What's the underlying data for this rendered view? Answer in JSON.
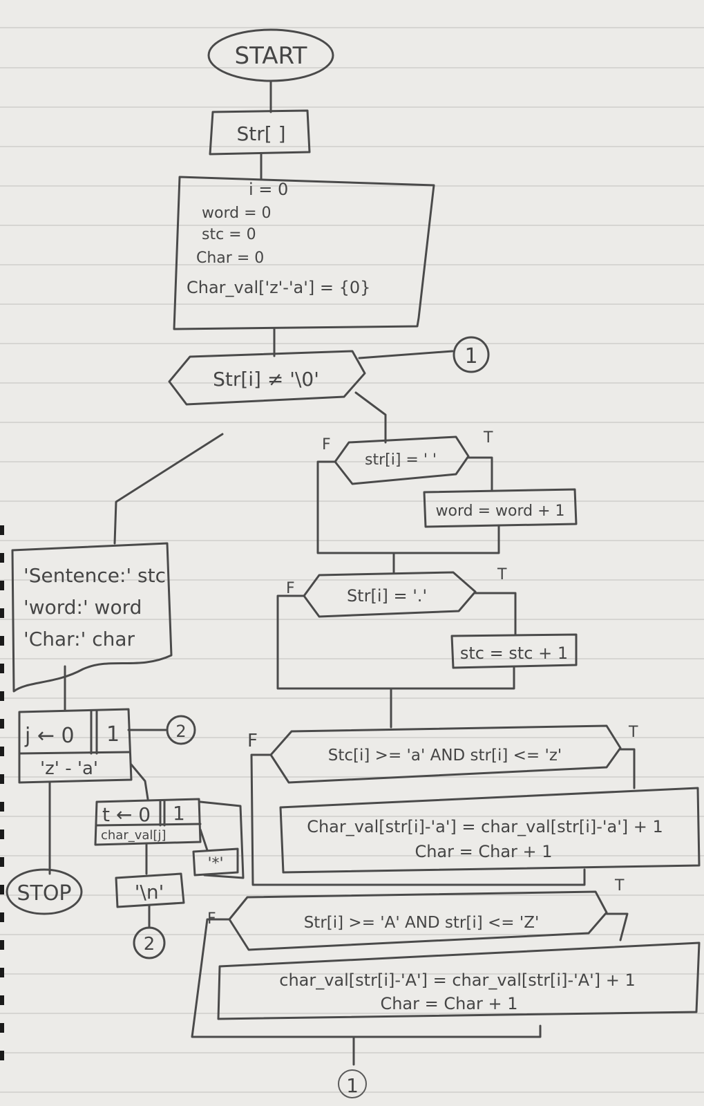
{
  "start": "START",
  "input": "Str[ ]",
  "init": [
    "i = 0",
    "word = 0",
    "stc = 0",
    "Char = 0",
    "Char_val['z'-'a'] = {0}"
  ],
  "loop_cond": "Str[i] ≠ '\\0'",
  "connector_1": "1",
  "cond_space": "str[i] = ' '",
  "inc_word": "word = word + 1",
  "cond_dot": "Str[i] = '.'",
  "inc_stc": "stc = stc + 1",
  "cond_lower": "Stc[i] >= 'a' AND str[i] <= 'z'",
  "lower_body": [
    "Char_val[str[i]-'a'] = char_val[str[i]-'a'] + 1",
    "Char = Char + 1"
  ],
  "cond_upper": "Str[i] >= 'A' AND str[i] <= 'Z'",
  "upper_body": [
    "char_val[str[i]-'A'] = char_val[str[i]-'A'] + 1",
    "Char = Char + 1"
  ],
  "bottom_connector": "1",
  "output": [
    "'Sentence:' stc",
    "'word:' word",
    "'Char:' char"
  ],
  "outer_loop": {
    "init": "j ← 0",
    "step": "1",
    "limit": "'z' - 'a'"
  },
  "connector_2": "2",
  "inner_loop": {
    "init": "t ← 0",
    "step": "1",
    "body": "char_val[j]",
    "star": "'*'"
  },
  "newline": "'\\n'",
  "connector_2b": "2",
  "stop": "STOP",
  "true_labels": [
    "T",
    "T",
    "T",
    "T"
  ],
  "false_labels": [
    "F",
    "F",
    "F",
    "F"
  ]
}
